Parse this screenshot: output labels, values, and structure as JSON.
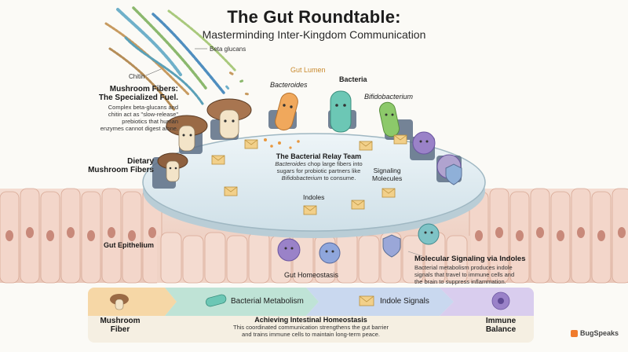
{
  "title": "The Gut Roundtable:",
  "subtitle": "Masterminding Inter-Kingdom Communication",
  "labels": {
    "beta_glucans": "Beta glucans",
    "chitin": "Chitin",
    "gut_lumen": "Gut Lumen",
    "bacteroides": "Bacteroides",
    "bacteria": "Bacteria",
    "bifidobacterium": "Bifidobacterium",
    "dietary_fibers": "Dietary\nMushroom Fibers",
    "gut_epithelium": "Gut Epithelium",
    "signaling_molecules": "Signaling\nMolecules",
    "indoles": "Indoles",
    "gut_homeostasis": "Gut Homeostasis"
  },
  "mushroom_box": {
    "heading": "Mushroom Fibers:\nThe Specialized Fuel.",
    "body": "Complex beta-glucans and\nchitin act as \"slow-release\"\nprebiotics that human\nenzymes cannot digest alone."
  },
  "relay_box": {
    "heading": "The Bacterial Relay Team",
    "body_parts": [
      "Bacteroides",
      " chop large fibers into\nsugars for probiotic partners like\n",
      "Bifidobacterium",
      " to consume."
    ]
  },
  "signaling_box": {
    "heading": "Molecular Signaling via Indoles",
    "body": "Bacterial metabolism produces indole\nsignals that travel to immune cells and\nthe brain to suppress inflammation."
  },
  "flow": {
    "start": "Mushroom\nFiber",
    "stage1": "Bacterial Metabolism",
    "stage2": "Indole Signals",
    "end": "Immune\nBalance",
    "footer_heading": "Achieving Intestinal Homeostasis",
    "footer_body": "This coordinated communication strengthens the gut barrier\nand trains immune cells to maintain long-term peace."
  },
  "brand": "BugSpeaks",
  "icons": [
    "mushroom-icon",
    "bacterium-icon",
    "envelope-icon",
    "shield-icon",
    "immune-cell-icon"
  ],
  "colors": {
    "table": "#e3eef3",
    "epithelium": "#f1d9cf",
    "mushroom_cap": "#9a6a45",
    "bacteroides": "#f0a85c",
    "bacteria": "#6cc7b5",
    "bifido": "#8cc96a",
    "immune": "#9a82c8",
    "envelope": "#f2d08a"
  }
}
